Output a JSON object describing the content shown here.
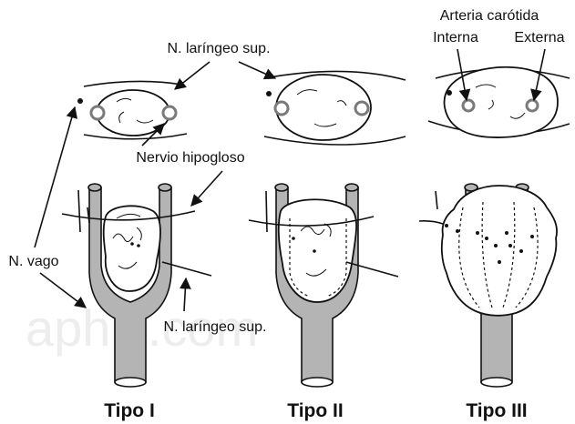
{
  "watermark": "aphic.com",
  "labels": {
    "arteria_carotida": "Arteria carótida",
    "interna": "Interna",
    "externa": "Externa",
    "n_laringeo_sup_top": "N. laríngeo sup.",
    "nervio_hipogloso": "Nervio hipogloso",
    "n_vago": "N. vago",
    "n_laringeo_sup_bottom": "N. laríngeo sup."
  },
  "types": [
    {
      "title": "Tipo I"
    },
    {
      "title": "Tipo II"
    },
    {
      "title": "Tipo III"
    }
  ],
  "colors": {
    "vessel": "#b4b4b4",
    "ring": "#7a7a7a",
    "line": "#111111",
    "watermark": "#ededed"
  }
}
